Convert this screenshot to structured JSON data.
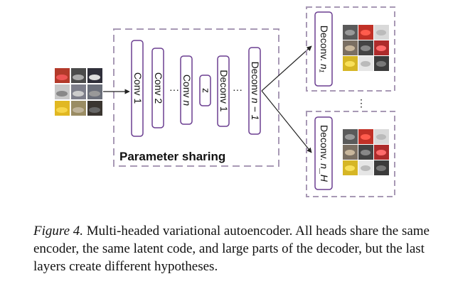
{
  "diagram": {
    "input_label": "",
    "encoder_layers": [
      {
        "prefix": "Conv ",
        "suffix": "1"
      },
      {
        "prefix": "Conv ",
        "suffix": "2"
      },
      {
        "prefix": "Conv ",
        "suffix": "n"
      }
    ],
    "latent_label": "z",
    "decoder_layers": [
      {
        "prefix": "Deconv ",
        "suffix": "1"
      },
      {
        "prefix": "Deconv ",
        "suffix": "n − 1"
      }
    ],
    "ellipsis": "···",
    "vertical_ellipsis": "⋮",
    "shared_region_label": "Parameter sharing",
    "heads": [
      {
        "prefix": "Deconv. ",
        "suffix": "n₁"
      },
      {
        "prefix": "Deconv. ",
        "suffix": "n_H"
      }
    ],
    "colors": {
      "layer_border": "#6b3f91",
      "dash_border": "#a899b5",
      "arrow": "#222222",
      "text": "#111111"
    }
  },
  "caption": {
    "figure_label": "Figure 4.",
    "text": " Multi-headed variational autoencoder. All heads share the same encoder, the same latent code, and large parts of the decoder, but the last layers create different hypotheses."
  }
}
